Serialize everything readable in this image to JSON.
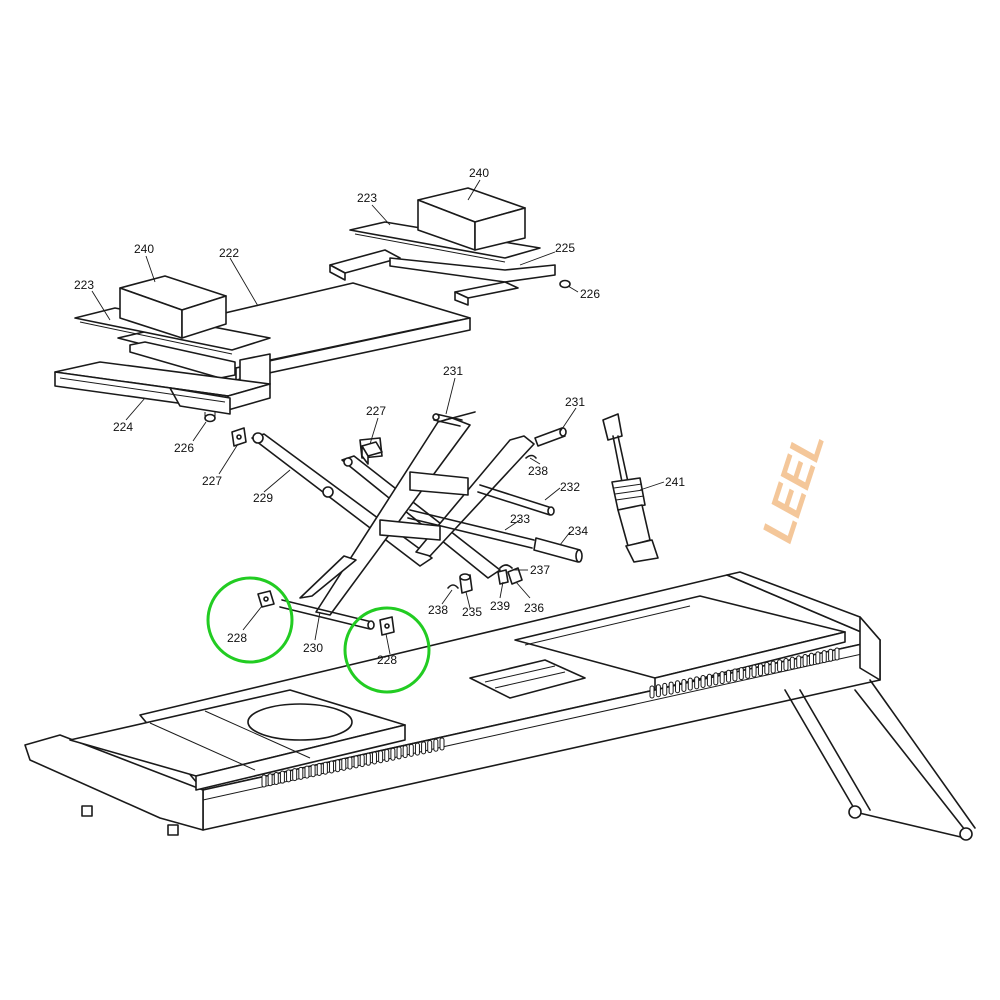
{
  "colors": {
    "highlight": "#22cc22",
    "watermark": "#f4c79a",
    "line": "#1a1a1a"
  },
  "watermark": "LEEL",
  "callouts": [
    {
      "id": "c240a",
      "text": "240"
    },
    {
      "id": "c223a",
      "text": "223"
    },
    {
      "id": "c225",
      "text": "225"
    },
    {
      "id": "c226a",
      "text": "226"
    },
    {
      "id": "c240b",
      "text": "240"
    },
    {
      "id": "c222",
      "text": "222"
    },
    {
      "id": "c223b",
      "text": "223"
    },
    {
      "id": "c224",
      "text": "224"
    },
    {
      "id": "c226b",
      "text": "226"
    },
    {
      "id": "c227a",
      "text": "227"
    },
    {
      "id": "c227b",
      "text": "227"
    },
    {
      "id": "c229",
      "text": "229"
    },
    {
      "id": "c231a",
      "text": "231"
    },
    {
      "id": "c231b",
      "text": "231"
    },
    {
      "id": "c238a",
      "text": "238"
    },
    {
      "id": "c232",
      "text": "232"
    },
    {
      "id": "c233",
      "text": "233"
    },
    {
      "id": "c234",
      "text": "234"
    },
    {
      "id": "c241",
      "text": "241"
    },
    {
      "id": "c237",
      "text": "237"
    },
    {
      "id": "c239",
      "text": "239"
    },
    {
      "id": "c236",
      "text": "236"
    },
    {
      "id": "c235",
      "text": "235"
    },
    {
      "id": "c238b",
      "text": "238"
    },
    {
      "id": "c228a",
      "text": "228"
    },
    {
      "id": "c228b",
      "text": "228"
    },
    {
      "id": "c230",
      "text": "230"
    }
  ]
}
